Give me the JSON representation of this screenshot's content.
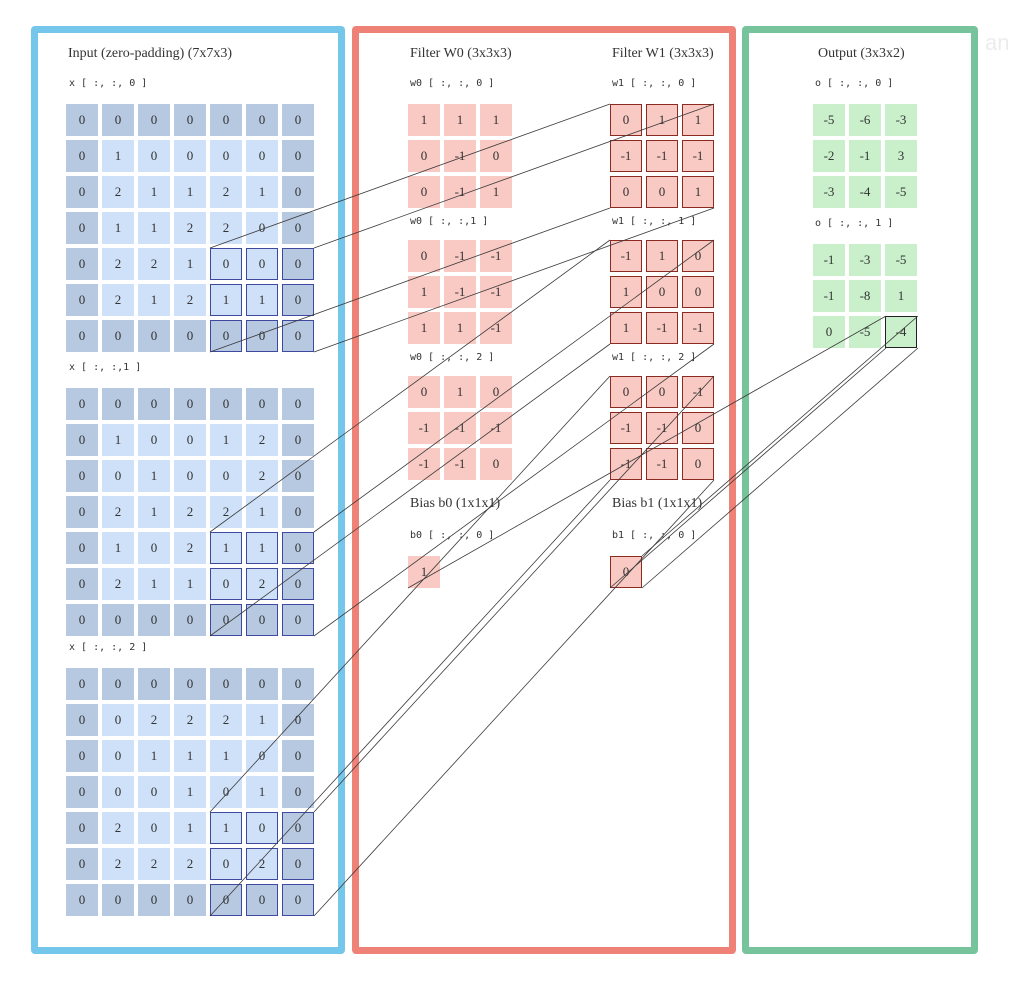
{
  "input": {
    "title": "Input (zero-padding)  (7x7x3)",
    "channels": [
      {
        "label": "x [ :, :, 0 ]",
        "grid": [
          [
            "0",
            "0",
            "0",
            "0",
            "0",
            "0",
            "0"
          ],
          [
            "0",
            "1",
            "0",
            "0",
            "0",
            "0",
            "0"
          ],
          [
            "0",
            "2",
            "1",
            "1",
            "2",
            "1",
            "0"
          ],
          [
            "0",
            "1",
            "1",
            "2",
            "2",
            "0",
            "0"
          ],
          [
            "0",
            "2",
            "2",
            "1",
            "0",
            "0",
            "0"
          ],
          [
            "0",
            "2",
            "1",
            "2",
            "1",
            "1",
            "0"
          ],
          [
            "0",
            "0",
            "0",
            "0",
            "0",
            "0",
            "0"
          ]
        ]
      },
      {
        "label": "x [ :, :,1 ]",
        "grid": [
          [
            "0",
            "0",
            "0",
            "0",
            "0",
            "0",
            "0"
          ],
          [
            "0",
            "1",
            "0",
            "0",
            "1",
            "2",
            "0"
          ],
          [
            "0",
            "0",
            "1",
            "0",
            "0",
            "2",
            "0"
          ],
          [
            "0",
            "2",
            "1",
            "2",
            "2",
            "1",
            "0"
          ],
          [
            "0",
            "1",
            "0",
            "2",
            "1",
            "1",
            "0"
          ],
          [
            "0",
            "2",
            "1",
            "1",
            "0",
            "2",
            "0"
          ],
          [
            "0",
            "0",
            "0",
            "0",
            "0",
            "0",
            "0"
          ]
        ]
      },
      {
        "label": "x [ :, :, 2 ]",
        "grid": [
          [
            "0",
            "0",
            "0",
            "0",
            "0",
            "0",
            "0"
          ],
          [
            "0",
            "0",
            "2",
            "2",
            "2",
            "1",
            "0"
          ],
          [
            "0",
            "0",
            "1",
            "1",
            "1",
            "0",
            "0"
          ],
          [
            "0",
            "0",
            "0",
            "1",
            "0",
            "1",
            "0"
          ],
          [
            "0",
            "2",
            "0",
            "1",
            "1",
            "0",
            "0"
          ],
          [
            "0",
            "2",
            "2",
            "2",
            "0",
            "2",
            "0"
          ],
          [
            "0",
            "0",
            "0",
            "0",
            "0",
            "0",
            "0"
          ]
        ]
      }
    ]
  },
  "filter_w0": {
    "title": "Filter W0  (3x3x3)",
    "slices": [
      {
        "label": "w0 [ :, :, 0 ]",
        "grid": [
          [
            "1",
            "1",
            "1"
          ],
          [
            "0",
            "-1",
            "0"
          ],
          [
            "0",
            "-1",
            "1"
          ]
        ]
      },
      {
        "label": "w0 [ :, :,1 ]",
        "grid": [
          [
            "0",
            "-1",
            "-1"
          ],
          [
            "1",
            "-1",
            "-1"
          ],
          [
            "1",
            "1",
            "-1"
          ]
        ]
      },
      {
        "label": "w0 [ :, :, 2 ]",
        "grid": [
          [
            "0",
            "1",
            "0"
          ],
          [
            "-1",
            "-1",
            "-1"
          ],
          [
            "-1",
            "-1",
            "0"
          ]
        ]
      }
    ],
    "bias_title": "Bias b0  (1x1x1)",
    "bias_label": "b0 [ :, :, 0 ]",
    "bias_value": "1"
  },
  "filter_w1": {
    "title": "Filter W1  (3x3x3)",
    "slices": [
      {
        "label": "w1 [ :, :, 0 ]",
        "grid": [
          [
            "0",
            "1",
            "1"
          ],
          [
            "-1",
            "-1",
            "-1"
          ],
          [
            "0",
            "0",
            "1"
          ]
        ]
      },
      {
        "label": "w1 [ :, :, 1 ]",
        "grid": [
          [
            "-1",
            "1",
            "0"
          ],
          [
            "1",
            "0",
            "0"
          ],
          [
            "1",
            "-1",
            "-1"
          ]
        ]
      },
      {
        "label": "w1 [ :, :, 2 ]",
        "grid": [
          [
            "0",
            "0",
            "-1"
          ],
          [
            "-1",
            "-1",
            "0"
          ],
          [
            "-1",
            "-1",
            "0"
          ]
        ]
      }
    ],
    "bias_title": "Bias b1  (1x1x1)",
    "bias_label": "b1 [ :, :, 0 ]",
    "bias_value": "0"
  },
  "output": {
    "title": "Output  (3x3x2)",
    "slices": [
      {
        "label": "o [ :, :, 0 ]",
        "grid": [
          [
            "-5",
            "-6",
            "-3"
          ],
          [
            "-2",
            "-1",
            "3"
          ],
          [
            "-3",
            "-4",
            "-5"
          ]
        ]
      },
      {
        "label": "o [ :, :, 1 ]",
        "grid": [
          [
            "-1",
            "-3",
            "-5"
          ],
          [
            "-1",
            "-8",
            "1"
          ],
          [
            "0",
            "-5",
            "-4"
          ]
        ]
      }
    ]
  },
  "corner_text": "an"
}
